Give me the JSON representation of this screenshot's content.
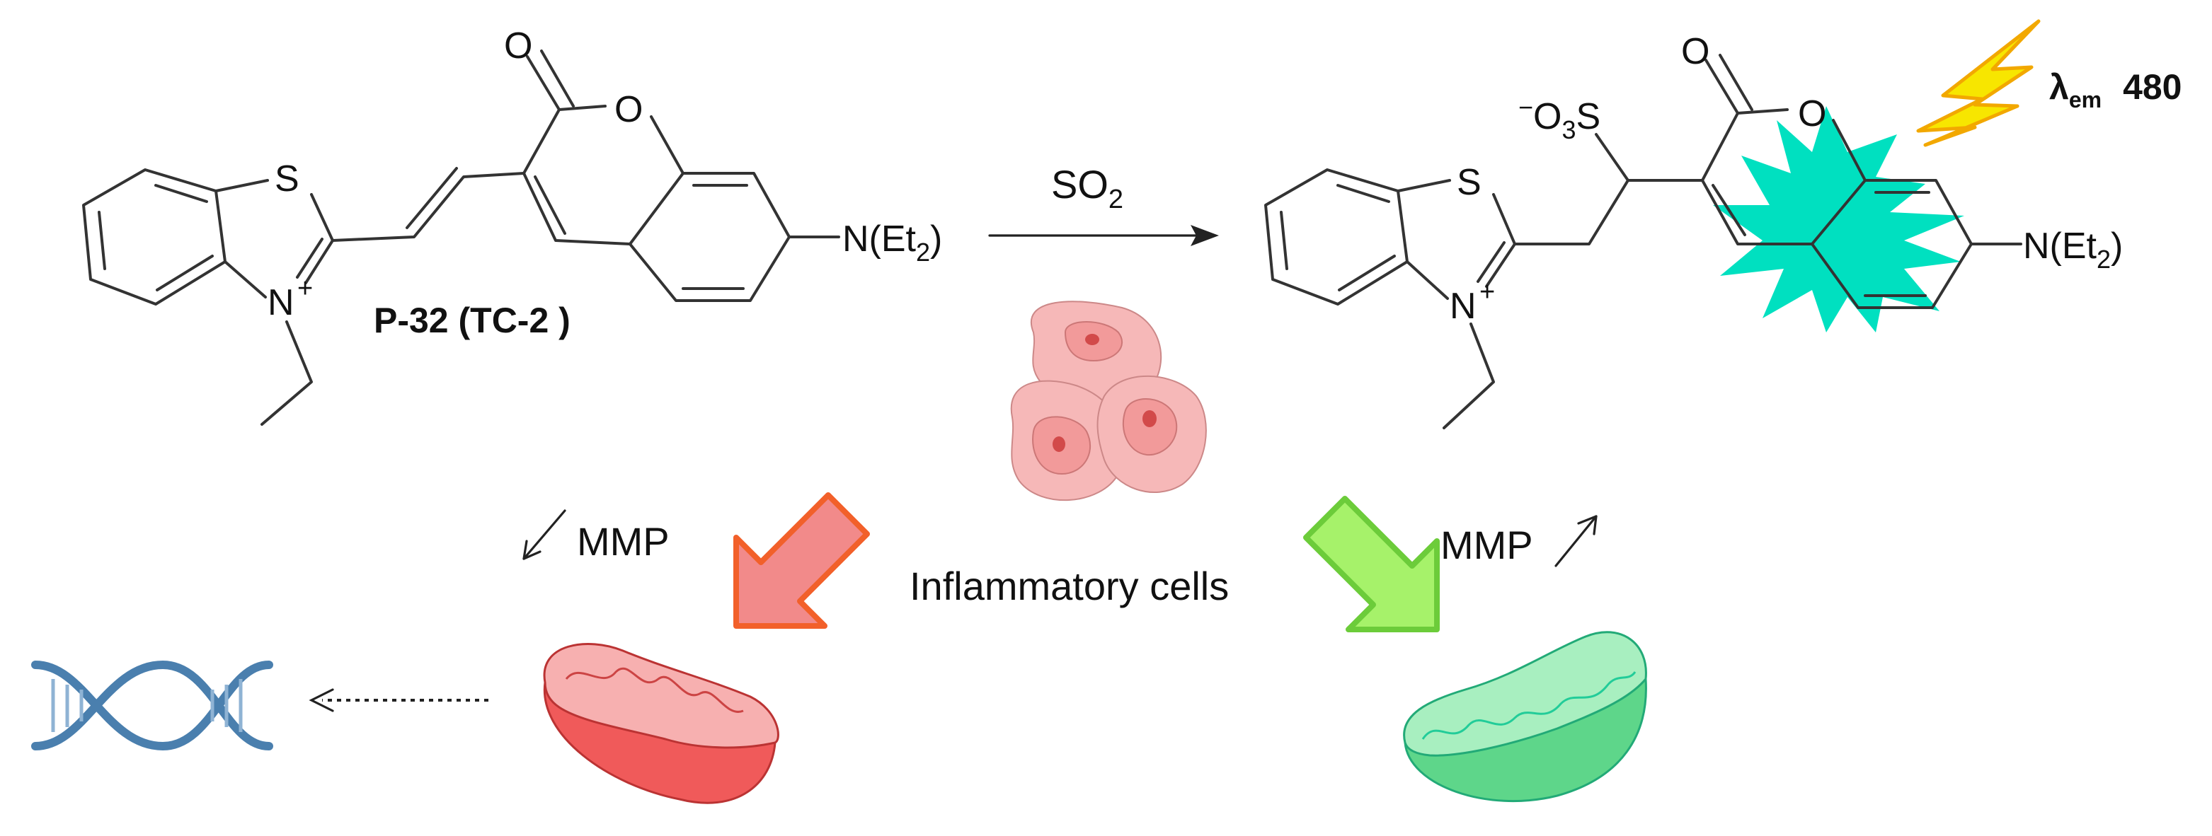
{
  "left_molecule": {
    "atom_S": "S",
    "atom_O_ring": "O",
    "atom_O_carbonyl": "O",
    "atom_N": "N",
    "charge": "+",
    "amine_prefix": "N(Et",
    "amine_sub": "2",
    "amine_suffix": ")",
    "name": "P-32 (TC-2 )"
  },
  "reaction": {
    "reagent_main": "SO",
    "reagent_sub": "2"
  },
  "right_molecule": {
    "atom_S": "S",
    "atom_O_ring": "O",
    "atom_O_carbonyl": "O",
    "atom_N": "N",
    "charge": "+",
    "sulfonate_minus": "−",
    "sulfonate_O": "O",
    "sulfonate_sub": "3",
    "sulfonate_S": "S",
    "amine_prefix": "N(Et",
    "amine_sub": "2",
    "amine_suffix": ")",
    "emission_symbol": "λ",
    "emission_sub": "em",
    "emission_value": "480"
  },
  "bottom": {
    "mmp_left": "MMP",
    "mmp_right": "MMP",
    "cells_label": "Inflammatory cells"
  },
  "colors": {
    "red_arrow": "#f28a8a",
    "red_arrow_outline": "#f2602a",
    "green_arrow": "#a6f26a",
    "green_arrow_outline": "#6ccc3a",
    "fluorescence_burst": "#00e0c0",
    "lightning": "#f7e600",
    "lightning_outline": "#f2a800",
    "cell_fill": "#f6b8b8",
    "dna": "#4a7fae"
  }
}
